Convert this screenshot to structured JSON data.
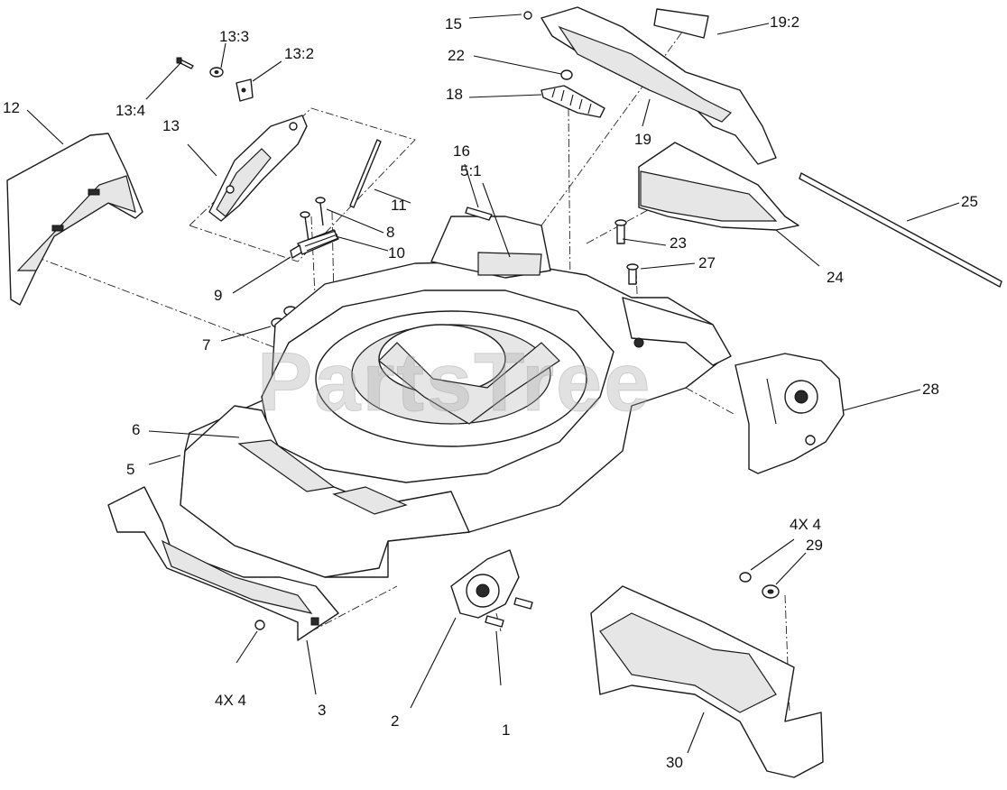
{
  "watermark": "PartsTree",
  "callouts": [
    {
      "id": "c1",
      "text": "1"
    },
    {
      "id": "c2",
      "text": "2"
    },
    {
      "id": "c3",
      "text": "3"
    },
    {
      "id": "c4x4a",
      "text": "4X 4"
    },
    {
      "id": "c5",
      "text": "5"
    },
    {
      "id": "c51",
      "text": "5:1"
    },
    {
      "id": "c6",
      "text": "6"
    },
    {
      "id": "c7",
      "text": "7"
    },
    {
      "id": "c8",
      "text": "8"
    },
    {
      "id": "c9",
      "text": "9"
    },
    {
      "id": "c10",
      "text": "10"
    },
    {
      "id": "c11",
      "text": "11"
    },
    {
      "id": "c12",
      "text": "12"
    },
    {
      "id": "c13",
      "text": "13"
    },
    {
      "id": "c132",
      "text": "13:2"
    },
    {
      "id": "c133",
      "text": "13:3"
    },
    {
      "id": "c134",
      "text": "13:4"
    },
    {
      "id": "c15",
      "text": "15"
    },
    {
      "id": "c16",
      "text": "16"
    },
    {
      "id": "c18",
      "text": "18"
    },
    {
      "id": "c19",
      "text": "19"
    },
    {
      "id": "c192",
      "text": "19:2"
    },
    {
      "id": "c22",
      "text": "22"
    },
    {
      "id": "c23",
      "text": "23"
    },
    {
      "id": "c24",
      "text": "24"
    },
    {
      "id": "c25",
      "text": "25"
    },
    {
      "id": "c27",
      "text": "27"
    },
    {
      "id": "c28",
      "text": "28"
    },
    {
      "id": "c4x4b",
      "text": "4X 4"
    },
    {
      "id": "c29",
      "text": "29"
    },
    {
      "id": "c30",
      "text": "30"
    }
  ]
}
